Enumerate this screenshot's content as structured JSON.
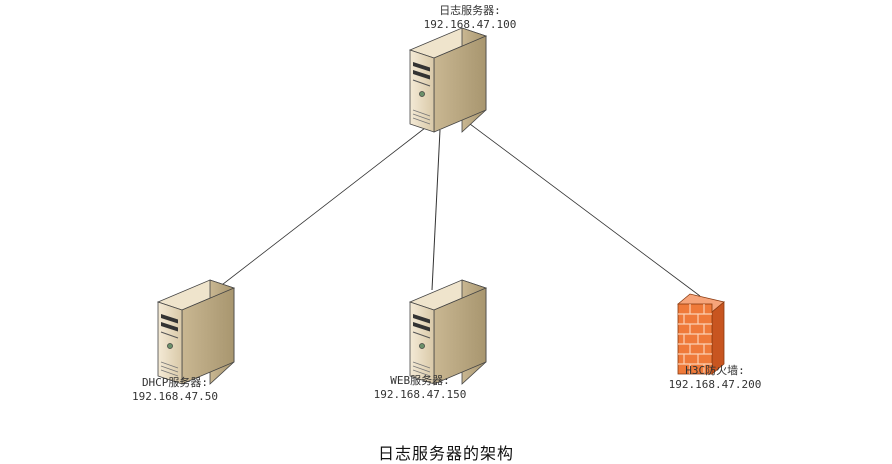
{
  "caption": "日志服务器的架构",
  "nodes": {
    "log_server": {
      "name": "日志服务器:",
      "ip": "192.168.47.100"
    },
    "dhcp_server": {
      "name": "DHCP服务器:",
      "ip": "192.168.47.50"
    },
    "web_server": {
      "name": "WEB服务器:",
      "ip": "192.168.47.150"
    },
    "firewall": {
      "name": "H3C防火墙:",
      "ip": "192.168.47.200"
    }
  },
  "colors": {
    "server_body": "#e8dcc2",
    "server_shade": "#b8a78a",
    "firewall_brick": "#ef7a3a",
    "link_line": "#333333"
  }
}
